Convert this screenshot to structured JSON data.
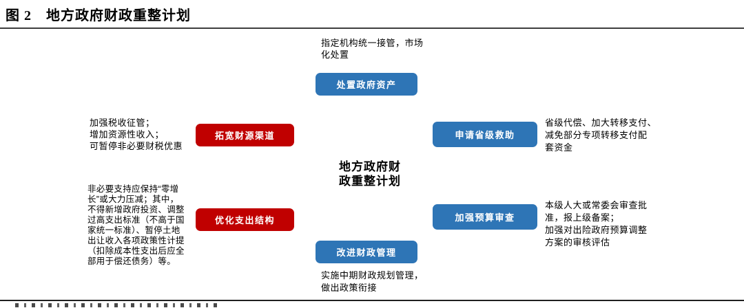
{
  "figure_title": "图 2　地方政府财政重整计划",
  "colors": {
    "blue": "#2E75B6",
    "red": "#C00000",
    "rule": "#3d3d3d"
  },
  "center_label": "地方政府财\n政重整计划",
  "boxes": {
    "top": {
      "label": "处置政府资产",
      "color": "blue"
    },
    "left_top": {
      "label": "拓宽财源渠道",
      "color": "red"
    },
    "right_top": {
      "label": "申请省级救助",
      "color": "blue"
    },
    "left_bottom": {
      "label": "优化支出结构",
      "color": "red"
    },
    "right_bottom": {
      "label": "加强预算审查",
      "color": "blue"
    },
    "bottom": {
      "label": "改进财政管理",
      "color": "blue"
    }
  },
  "annotations": {
    "top": "指定机构统一接管，市场\n化处置",
    "left_top": "加强税收征管；\n增加资源性收入；\n可暂停非必要财税优惠",
    "right_top": "省级代偿、加大转移支付、\n减免部分专项转移支付配\n套资金",
    "left_bottom": "非必要支持应保持“零增\n长”或大力压减；其中，\n不得新增政府投资、调整\n过高支出标准（不高于国\n家统一标准）、暂停土地\n出让收入各项政策性计提\n（扣除成本性支出后应全\n部用于偿还债务）等。",
    "right_bottom": "本级人大或常委会审查批\n准，报上级备案；\n加强对出险政府预算调整\n方案的审核评估",
    "bottom": "实施中期财政规划管理，\n做出政策衔接"
  }
}
